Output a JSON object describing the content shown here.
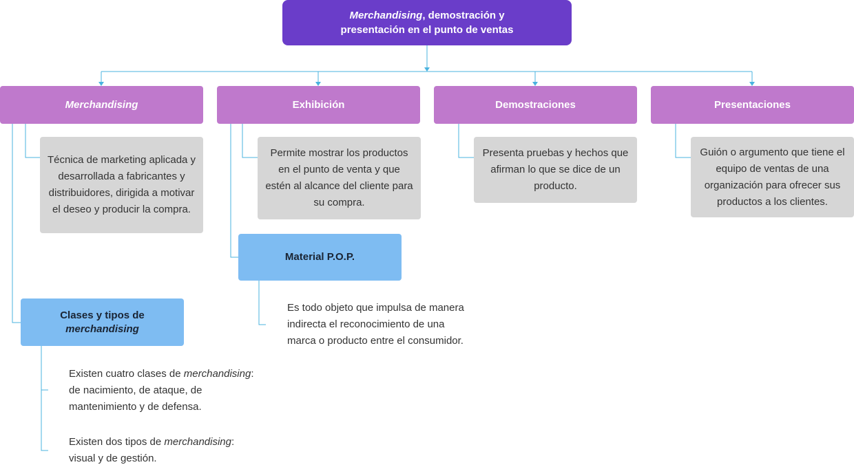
{
  "root": {
    "title_italic": "Merchandising",
    "title_rest_1": ", demostración y",
    "title_line_2": "presentación en el punto de ventas"
  },
  "categories": [
    {
      "label": "Merchandising",
      "description": "Técnica de marketing aplicada y desarrollada a fabricantes y distribuidores, dirigida a motivar el deseo y producir la compra."
    },
    {
      "label": "Exhibición",
      "description": "Permite mostrar los productos en el punto de venta y que estén al alcance del cliente para su compra."
    },
    {
      "label": "Demostraciones",
      "description": "Presenta pruebas y hechos que afirman lo que se dice de un producto."
    },
    {
      "label": "Presentaciones",
      "description": "Guión o argumento que tiene el equipo de ventas de una organización para ofrecer sus productos a los clientes."
    }
  ],
  "clases": {
    "title_line_1": "Clases y tipos de",
    "title_line_2": "merchandising",
    "note1_a": "Existen cuatro clases de ",
    "note1_b": "merchandising",
    "note1_c": ":",
    "note1_line_2": "de nacimiento, de ataque, de",
    "note1_line_3": "mantenimiento y de defensa.",
    "note2_a": "Existen dos tipos de ",
    "note2_b": "merchandising",
    "note2_c": ":",
    "note2_line_2": "visual y de gestión."
  },
  "pop": {
    "label": "Material P.O.P.",
    "description_line_1": "Es todo objeto que impulsa de manera",
    "description_line_2": "indirecta el reconocimiento de una",
    "description_line_3": "marca o producto entre el consumidor."
  },
  "colors": {
    "root": "#6a3dc9",
    "category": "#bf79cc",
    "description": "#d6d6d6",
    "subnode": "#7ebcf2",
    "connector": "#4ab3df"
  }
}
